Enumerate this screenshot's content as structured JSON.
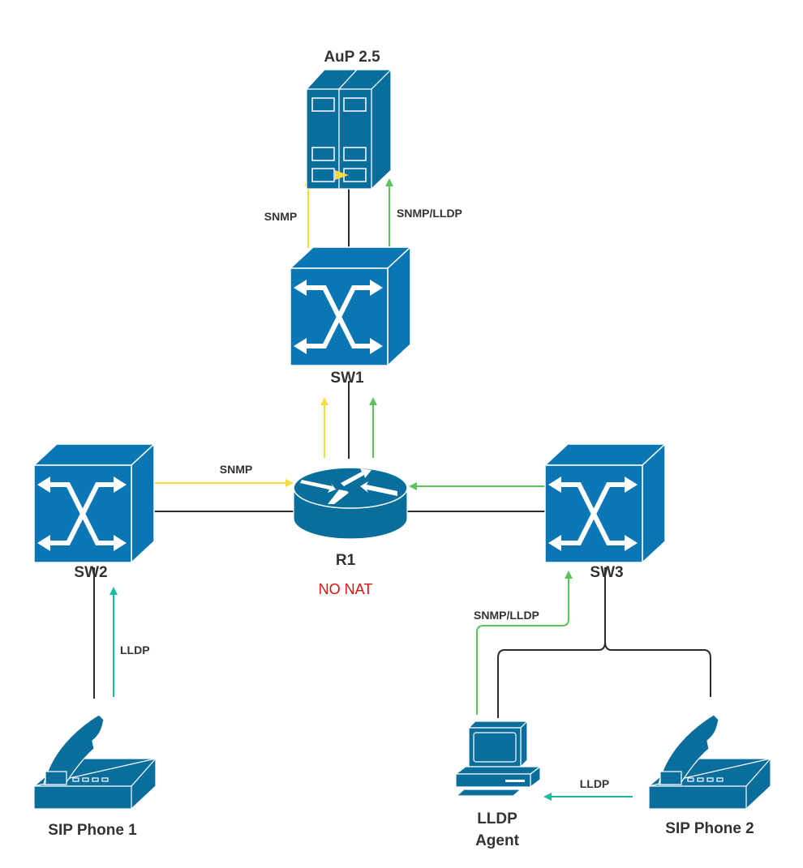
{
  "colors": {
    "device": "#0a76b4",
    "device_dark": "#086a9e",
    "server": "#0a6e9c",
    "snmp": "#f7dc3a",
    "snmp_lldp": "#5cc35a",
    "lldp": "#18bf9e",
    "wire": "#2c2c2c",
    "note": "#e01010"
  },
  "nodes": {
    "aup": {
      "label": "AuP 2.5"
    },
    "sw1": {
      "label": "SW1"
    },
    "sw2": {
      "label": "SW2"
    },
    "sw3": {
      "label": "SW3"
    },
    "r1": {
      "label": "R1",
      "note": "NO NAT"
    },
    "phone1": {
      "label": "SIP Phone 1"
    },
    "phone2": {
      "label": "SIP Phone 2"
    },
    "agent": {
      "label_line1": "LLDP",
      "label_line2": "Agent"
    }
  },
  "edges": {
    "sw1_aup_snmp": "SNMP",
    "sw1_aup_snmp_lldp": "SNMP/LLDP",
    "sw2_r1_snmp": "SNMP",
    "agent_sw3_snmp_lldp": "SNMP/LLDP",
    "phone1_sw2_lldp": "LLDP",
    "phone2_agent_lldp": "LLDP"
  }
}
